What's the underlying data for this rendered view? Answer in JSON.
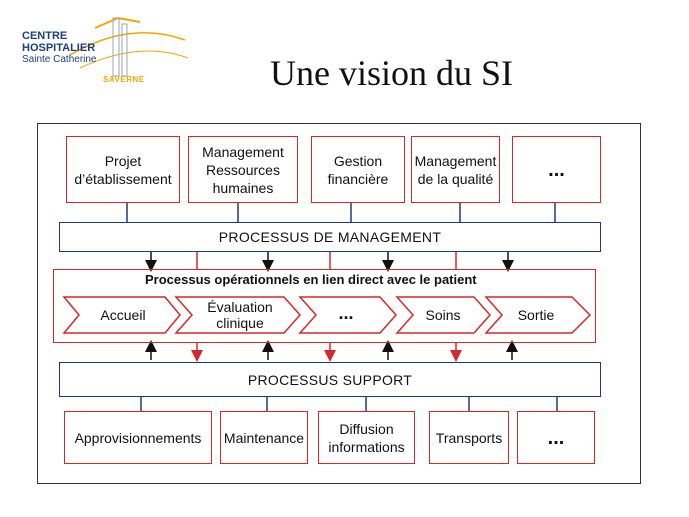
{
  "logo": {
    "line1": "CENTRE",
    "line2": "HOSPITALIER",
    "line3": "Sainte Catherine",
    "tag": "SAVERNE"
  },
  "title": "Une vision du SI",
  "top_boxes": [
    {
      "label": "Projet d’établissement"
    },
    {
      "label": "Management Ressources humaines"
    },
    {
      "label": "Gestion financière"
    },
    {
      "label": "Management de la qualité"
    },
    {
      "label": "..."
    }
  ],
  "management_bar": "PROCESSUS DE MANAGEMENT",
  "operational_title": "Processus opérationnels en lien direct avec le patient",
  "steps": [
    {
      "label": "Accueil"
    },
    {
      "label": "Évaluation clinique"
    },
    {
      "label": "..."
    },
    {
      "label": "Soins"
    },
    {
      "label": "Sortie"
    }
  ],
  "support_bar": "PROCESSUS SUPPORT",
  "bottom_boxes": [
    {
      "label": "Approvisionnements"
    },
    {
      "label": "Maintenance"
    },
    {
      "label": "Diffusion informations"
    },
    {
      "label": "Transports"
    },
    {
      "label": "..."
    }
  ],
  "colors": {
    "red": "#d12a2a",
    "blue": "#1f3a7a",
    "black": "#111111",
    "gold": "#f2a600"
  }
}
